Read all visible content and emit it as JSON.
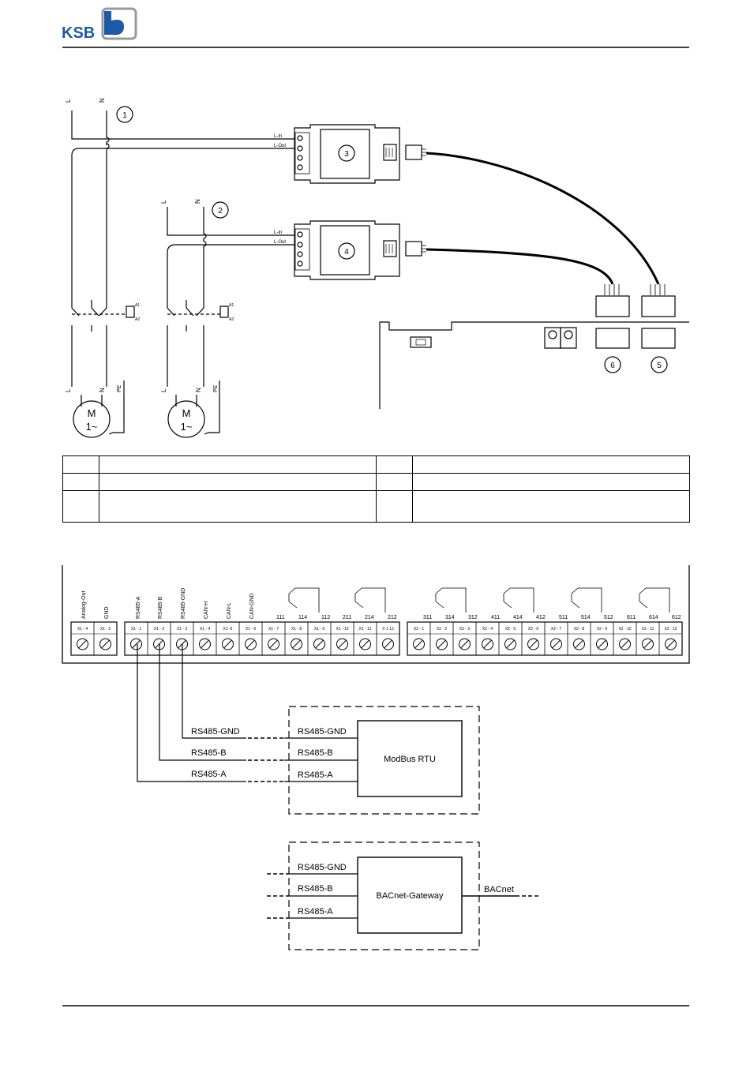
{
  "header": {
    "logo_text": "KSB",
    "brand_color": "#1d5aa8"
  },
  "wiring": {
    "supply1": {
      "l": "L",
      "n": "N",
      "callout": "1"
    },
    "supply2": {
      "l": "L",
      "n": "N",
      "callout": "2"
    },
    "module3": {
      "callout": "3",
      "l_in": "L-In",
      "l_out": "L-Out"
    },
    "module4": {
      "callout": "4",
      "l_in": "L-In",
      "l_out": "L-Out"
    },
    "contactor": {
      "a1": "A1",
      "a2": "A2"
    },
    "motor1": {
      "l": "L",
      "n": "N",
      "pe": "PE",
      "label_m": "M",
      "label_phase": "1~"
    },
    "motor2": {
      "l": "L",
      "n": "N",
      "pe": "PE",
      "label_m": "M",
      "label_phase": "1~"
    },
    "connector6": {
      "callout": "6"
    },
    "connector5": {
      "callout": "5"
    }
  },
  "legend": {
    "rows": [
      [
        "",
        "",
        "",
        ""
      ],
      [
        "",
        "",
        "",
        ""
      ],
      [
        "",
        "",
        "",
        ""
      ]
    ]
  },
  "terminals": {
    "x1_headers": [
      "Analog-Out",
      "GND",
      "",
      "RS485-A",
      "RS485-B",
      "RS485-GND",
      "",
      "CAN-H",
      "CAN-L",
      "CAN-GND"
    ],
    "x1_labels": [
      "X1 - 4",
      "X1 - 3",
      "X1 - 1",
      "X1 - 2",
      "X1 - 3",
      "X1 - 4",
      "X1 -5",
      "X1 - 6",
      "X1 - 7",
      "X1 - 8",
      "X1 - 9",
      "X1 - 10",
      "X1 - 11",
      "X 1 12"
    ],
    "x2_labels": [
      "X2 - 1",
      "X2 - 2",
      "X2 - 3",
      "X2 - 4",
      "X2 - 5",
      "X2 - 6",
      "X2 - 7",
      "X2 - 8",
      "X2 - 9",
      "X2 - 10",
      "X2 - 11",
      "X2 - 12"
    ],
    "relays": [
      {
        "no": "111",
        "com": "114",
        "nc": "112"
      },
      {
        "no": "211",
        "com": "214",
        "nc": "212"
      },
      {
        "no": "311",
        "com": "314",
        "nc": "312"
      },
      {
        "no": "411",
        "com": "414",
        "nc": "412"
      },
      {
        "no": "511",
        "com": "514",
        "nc": "512"
      },
      {
        "no": "611",
        "com": "614",
        "nc": "612"
      }
    ]
  },
  "bus": {
    "gnd": "RS485-GND",
    "b": "RS485-B",
    "a": "RS485-A",
    "modbus": "ModBus RTU",
    "bacnet_gateway": "BACnet-Gateway",
    "bacnet": "BACnet"
  }
}
